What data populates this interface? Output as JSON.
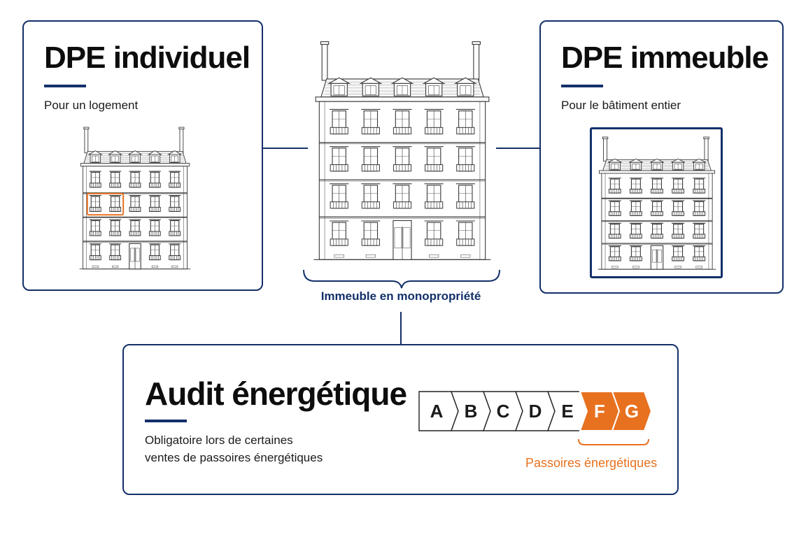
{
  "cards": {
    "individuel": {
      "title": "DPE individuel",
      "subtitle": "Pour un logement"
    },
    "immeuble": {
      "title": "DPE immeuble",
      "subtitle": "Pour le bâtiment entier"
    },
    "audit": {
      "title": "Audit énergétique",
      "description_line1": "Obligatoire lors de certaines",
      "description_line2": "ventes de passoires énergétiques"
    }
  },
  "center": {
    "caption": "Immeuble en monopropriété"
  },
  "energy_scale": {
    "classes": [
      "A",
      "B",
      "C",
      "D",
      "E",
      "F",
      "G"
    ],
    "highlighted": [
      "F",
      "G"
    ],
    "highlight_label": "Passoires énergétiques"
  },
  "colors": {
    "navy": "#13306a",
    "orange": "#e8711f",
    "line": "#3a3a3a"
  },
  "icons": {
    "building_small": "building-facade-icon",
    "building_large": "building-facade-icon"
  }
}
